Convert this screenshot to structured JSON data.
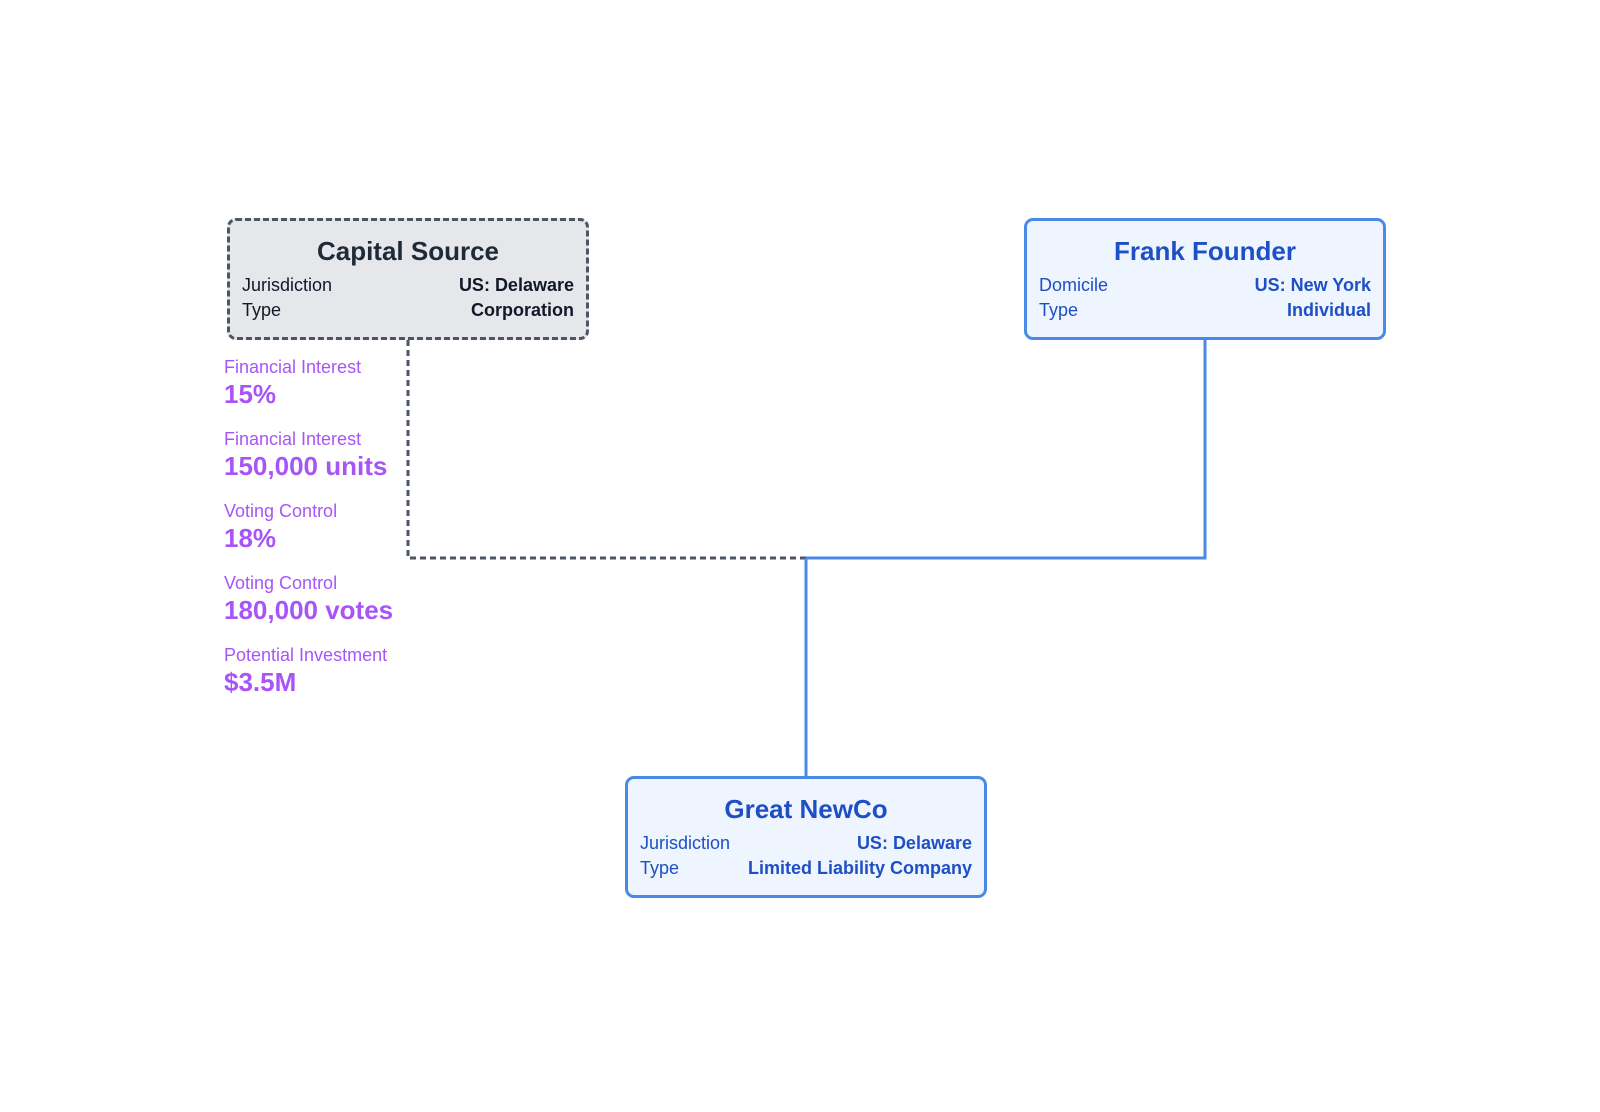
{
  "nodes": {
    "capital_source": {
      "title": "Capital Source",
      "rows": [
        {
          "label": "Jurisdiction",
          "value": "US: Delaware"
        },
        {
          "label": "Type",
          "value": "Corporation"
        }
      ]
    },
    "frank_founder": {
      "title": "Frank Founder",
      "rows": [
        {
          "label": "Domicile",
          "value": "US: New York"
        },
        {
          "label": "Type",
          "value": "Individual"
        }
      ]
    },
    "great_newco": {
      "title": "Great NewCo",
      "rows": [
        {
          "label": "Jurisdiction",
          "value": "US: Delaware"
        },
        {
          "label": "Type",
          "value": "Limited Liability Company"
        }
      ]
    }
  },
  "edge_metrics": [
    {
      "label": "Financial Interest",
      "value": "15%"
    },
    {
      "label": "Financial Interest",
      "value": "150,000 units"
    },
    {
      "label": "Voting Control",
      "value": "18%"
    },
    {
      "label": "Voting Control",
      "value": "180,000 votes"
    },
    {
      "label": "Potential Investment",
      "value": "$3.5M"
    }
  ],
  "colors": {
    "dashed_border": "#4b5563",
    "dashed_fill": "#e5e7eb",
    "solid_border": "#4a8ae6",
    "solid_fill": "#eef5fe",
    "solid_text": "#1e4fc4",
    "metric_text": "#a855f7"
  }
}
